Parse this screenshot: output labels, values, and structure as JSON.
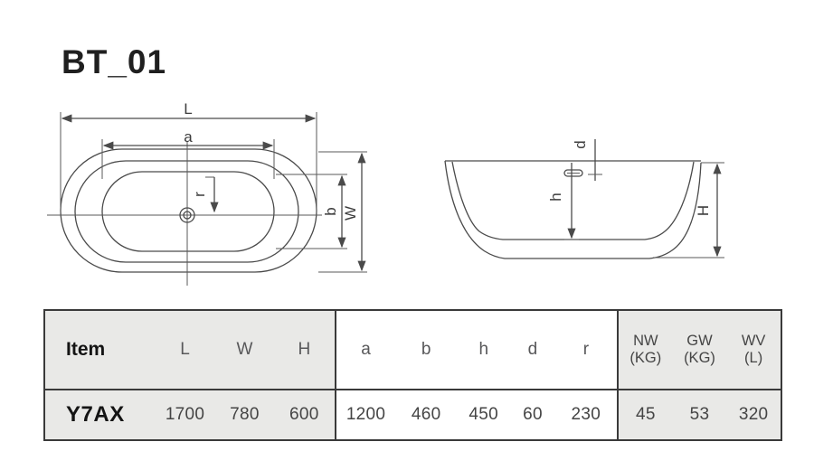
{
  "title": "BT_01",
  "drawings": {
    "top_view": {
      "L": "L",
      "a": "a",
      "r": "r",
      "b": "b",
      "W": "W"
    },
    "side_view": {
      "d": "d",
      "h": "h",
      "H": "H"
    }
  },
  "table": {
    "columns": {
      "item": "Item",
      "outer_dims": [
        "L",
        "W",
        "H"
      ],
      "detail_dims": [
        "a",
        "b",
        "h",
        "d",
        "r"
      ],
      "capacity": [
        [
          "NW",
          "(KG)"
        ],
        [
          "GW",
          "(KG)"
        ],
        [
          "WV",
          "(L)"
        ]
      ]
    },
    "row": {
      "item": "Y7AX",
      "outer_dims": [
        "1700",
        "780",
        "600"
      ],
      "detail_dims": [
        "1200",
        "460",
        "450",
        "60",
        "230"
      ],
      "capacity": [
        "45",
        "53",
        "320"
      ]
    }
  },
  "colors": {
    "drawing_line": "#4a4a4a",
    "table_band_gray": "#e9e9e7",
    "table_border": "#3a3a3a"
  }
}
